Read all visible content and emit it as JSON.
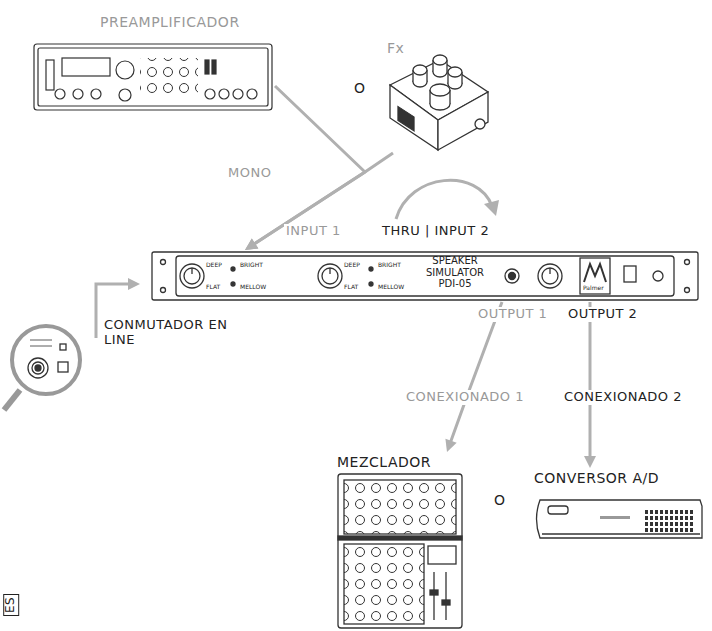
{
  "diagram": {
    "nodes": [
      {
        "text": [
          "PREAMPLIFICADOR"
        ]
      },
      {
        "text": [
          "Fx"
        ]
      },
      {
        "text": [
          "SPEAKER SIMULATOR PDI-05"
        ]
      },
      {
        "text": [
          "MEZCLADOR"
        ]
      },
      {
        "text": [
          "CONVERSOR A/D"
        ]
      }
    ],
    "edges": [
      {
        "from": 0,
        "to": 2,
        "arrow": "to",
        "label": "MONO"
      },
      {
        "from": 1,
        "to": 2,
        "arrow": "to"
      },
      {
        "from": 2,
        "to": 3,
        "arrow": "to",
        "label": "CONEXIONADO 1"
      },
      {
        "from": 2,
        "to": 4,
        "arrow": "to",
        "label": "CONEXIONADO 2"
      }
    ],
    "labels": [
      "O",
      "INPUT 1",
      "THRU | INPUT 2",
      "OUTPUT 1",
      "OUTPUT 2",
      "O",
      "CONMUTADOR EN LINE",
      "ES",
      "Palmer",
      "DEEP",
      "BRIGHT",
      "FLAT",
      "MELLOW",
      "DEEP",
      "BRIGHT",
      "FLAT",
      "MELLOW"
    ]
  }
}
